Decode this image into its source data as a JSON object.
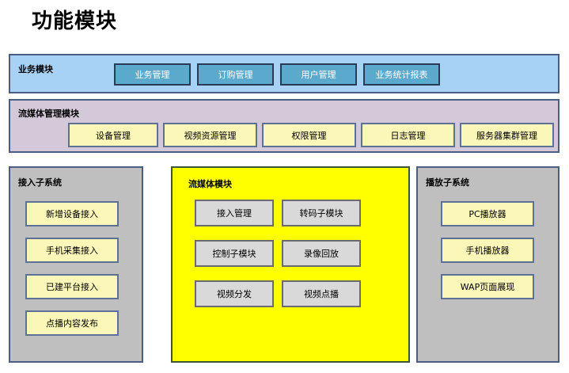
{
  "page": {
    "title": "功能模块"
  },
  "rows": {
    "business": {
      "label": "业务模块",
      "items": [
        {
          "label": "业务管理"
        },
        {
          "label": "订购管理"
        },
        {
          "label": "用户管理"
        },
        {
          "label": "业务统计报表"
        }
      ]
    },
    "stream_management": {
      "label": "流媒体管理模块",
      "items": [
        {
          "label": "设备管理"
        },
        {
          "label": "视频资源管理"
        },
        {
          "label": "权限管理"
        },
        {
          "label": "日志管理"
        },
        {
          "label": "服务器集群管理"
        }
      ]
    }
  },
  "subsystems": {
    "access": {
      "label": "接入子系统",
      "items": [
        {
          "label": "新增设备接入"
        },
        {
          "label": "手机采集接入"
        },
        {
          "label": "已建平台接入"
        },
        {
          "label": "点播内容发布"
        }
      ]
    },
    "stream": {
      "label": "流媒体模块",
      "items": [
        {
          "label": "接入管理"
        },
        {
          "label": "转码子模块"
        },
        {
          "label": "控制子模块"
        },
        {
          "label": "录像回放"
        },
        {
          "label": "视频分发"
        },
        {
          "label": "视频点播"
        }
      ]
    },
    "player": {
      "label": "播放子系统",
      "items": [
        {
          "label": "PC播放器"
        },
        {
          "label": "手机播放器"
        },
        {
          "label": "WAP页面展现"
        }
      ]
    }
  },
  "colors": {
    "business_panel_bg": "#a8d2f5",
    "business_button_bg": "#5ba9cc",
    "stream_mgmt_panel_bg": "#d3c9d8",
    "pale_yellow_box_bg": "#fbf7b8",
    "subsystem_panel_bg": "#bfbfbf",
    "stream_panel_bg": "#ffff00",
    "stream_box_bg": "#d9d9d9",
    "panel_border": "#4a5d82",
    "stream_panel_border": "#3d5437"
  }
}
